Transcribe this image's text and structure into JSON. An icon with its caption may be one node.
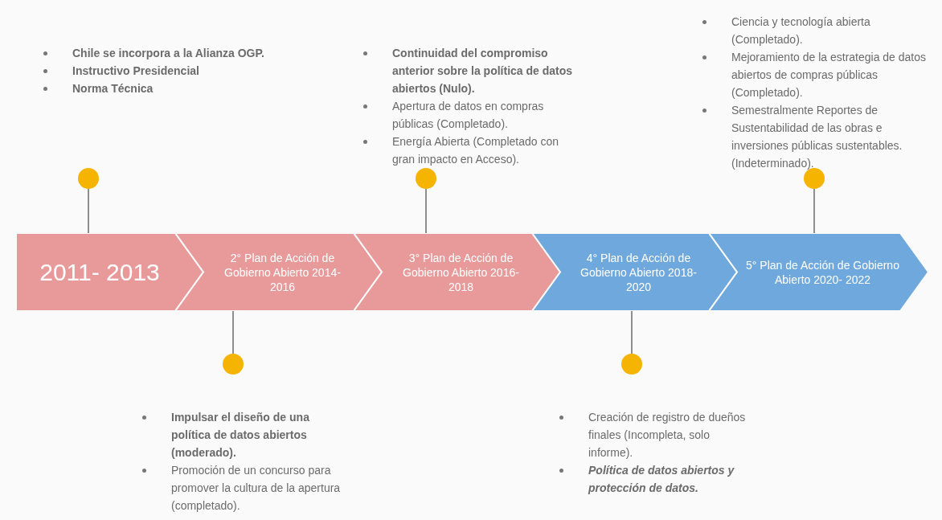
{
  "diagram": {
    "nodes": [
      {
        "text": [
          "2011- 2013"
        ]
      },
      {
        "text": [
          "2° Plan de Acción de Gobierno Abierto 2014- 2016"
        ]
      },
      {
        "text": [
          "3° Plan de Acción de Gobierno Abierto 2016- 2018"
        ]
      },
      {
        "text": [
          "4° Plan de Acción de Gobierno Abierto 2018- 2020"
        ]
      },
      {
        "text": [
          "5° Plan de Acción de Gobierno Abierto 2020- 2022"
        ]
      },
      {
        "text": [],
        "shape": "circle",
        "beside": [
          "Chile se incorpora a la Alianza OGP.",
          "Instructivo Presidencial",
          "Norma Técnica"
        ]
      },
      {
        "text": [],
        "shape": "circle",
        "beside": [
          "Impulsar el diseño de una política de datos abiertos (moderado).",
          "Promoción de un concurso para promover la cultura de la apertura (completado)."
        ]
      },
      {
        "text": [],
        "shape": "circle",
        "beside": [
          "Continuidad del compromiso anterior sobre la política de datos abiertos (Nulo).",
          "Apertura de datos en compras públicas (Completado).",
          "Energía Abierta (Completado con gran impacto en Acceso)."
        ]
      },
      {
        "text": [],
        "shape": "circle",
        "beside": [
          "Creación de registro de dueños finales (Incompleta, solo informe).",
          "Política de datos abiertos y protección de datos."
        ]
      },
      {
        "text": [],
        "shape": "circle",
        "beside": [
          "Ciencia y tecnología abierta (Completado).",
          "Mejoramiento de la estrategia de datos abiertos de compras públicas (Completado).",
          "Semestralmente Reportes de Sustentabilidad de las obras e inversiones públicas sustentables.(Indeterminado)."
        ]
      }
    ],
    "edges": [
      {
        "from": 0,
        "to": 5,
        "arrow": "none"
      },
      {
        "from": 1,
        "to": 6,
        "arrow": "none"
      },
      {
        "from": 2,
        "to": 7,
        "arrow": "none"
      },
      {
        "from": 3,
        "to": 8,
        "arrow": "none"
      },
      {
        "from": 4,
        "to": 9,
        "arrow": "none"
      }
    ]
  }
}
